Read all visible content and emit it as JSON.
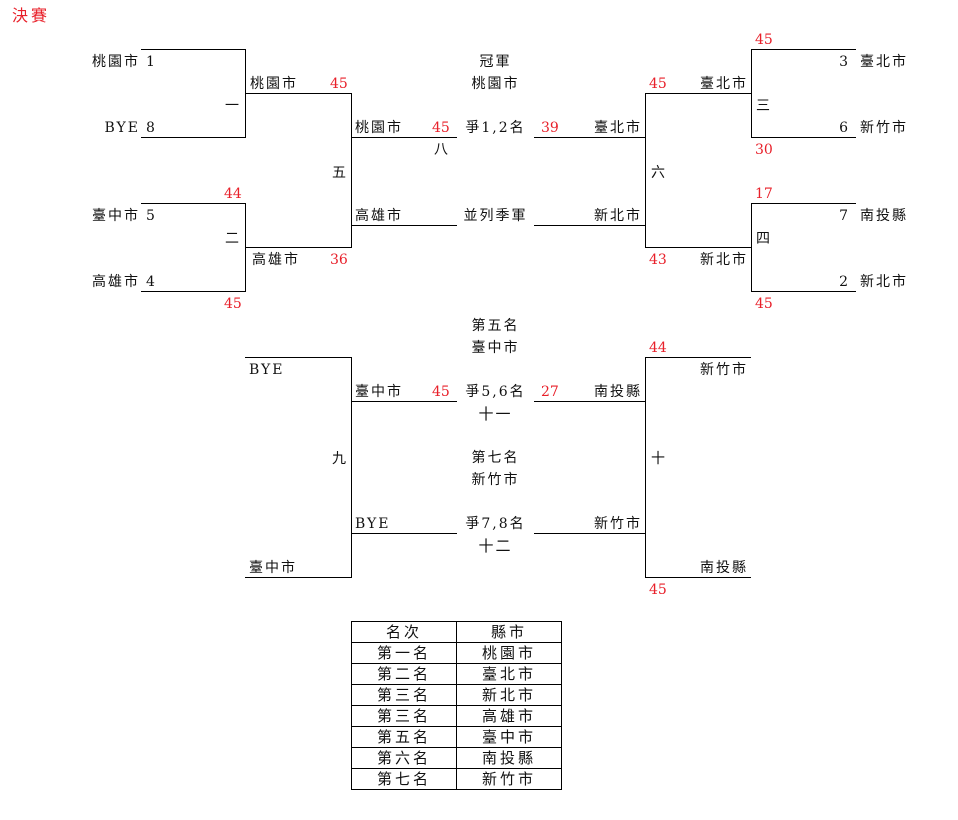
{
  "title": "決賽",
  "bracket": {
    "seeds": {
      "s1": {
        "team": "桃園市",
        "seed": "1"
      },
      "s8": {
        "team": "BYE",
        "seed": "8"
      },
      "s5": {
        "team": "臺中市",
        "seed": "5"
      },
      "s4": {
        "team": "高雄市",
        "seed": "4"
      },
      "s3": {
        "team": "臺北市",
        "seed": "3"
      },
      "s6": {
        "team": "新竹市",
        "seed": "6"
      },
      "s7": {
        "team": "南投縣",
        "seed": "7"
      },
      "s2": {
        "team": "新北市",
        "seed": "2"
      }
    },
    "games": {
      "g1": {
        "label": "一",
        "winner": "桃園市",
        "winner_score": "45"
      },
      "g2": {
        "label": "二",
        "top_score": "44",
        "bottom_score": "45",
        "winner": "高雄市",
        "winner_score": "36"
      },
      "g3": {
        "label": "三",
        "top_score": "45",
        "bottom_score": "30",
        "winner": "臺北市",
        "winner_score": "45"
      },
      "g4": {
        "label": "四",
        "top_score": "17",
        "bottom_score": "45",
        "winner": "新北市",
        "winner_score": "43"
      },
      "g5": {
        "label": "五",
        "top": "桃園市",
        "top_score": "45",
        "bottom": "高雄市"
      },
      "g6": {
        "label": "六",
        "top": "臺北市",
        "top_score": "39",
        "bottom": "新北市"
      },
      "g8": {
        "label": "八",
        "title": "爭1,2名",
        "champion_label": "冠軍",
        "champion": "桃園市",
        "third_label": "並列季軍"
      },
      "g9": {
        "label": "九",
        "top": "BYE",
        "bottom": "臺中市",
        "winner": "臺中市",
        "winner_score": "45"
      },
      "g10": {
        "label": "十",
        "top": "新竹市",
        "top_score": "44",
        "bottom": "南投縣",
        "bottom_score": "45",
        "winner": "南投縣",
        "winner_score": "27"
      },
      "g11": {
        "label": "十一",
        "title": "爭5,6名",
        "place_label": "第五名",
        "place_team": "臺中市"
      },
      "g12": {
        "label": "十二",
        "title": "爭7,8名",
        "place_label": "第七名",
        "place_team": "新竹市",
        "left": "BYE",
        "right": "新竹市"
      }
    }
  },
  "ranking": {
    "headers": [
      "名次",
      "縣市"
    ],
    "rows": [
      [
        "第一名",
        "桃園市"
      ],
      [
        "第二名",
        "臺北市"
      ],
      [
        "第三名",
        "新北市"
      ],
      [
        "第三名",
        "高雄市"
      ],
      [
        "第五名",
        "臺中市"
      ],
      [
        "第六名",
        "南投縣"
      ],
      [
        "第七名",
        "新竹市"
      ]
    ]
  }
}
